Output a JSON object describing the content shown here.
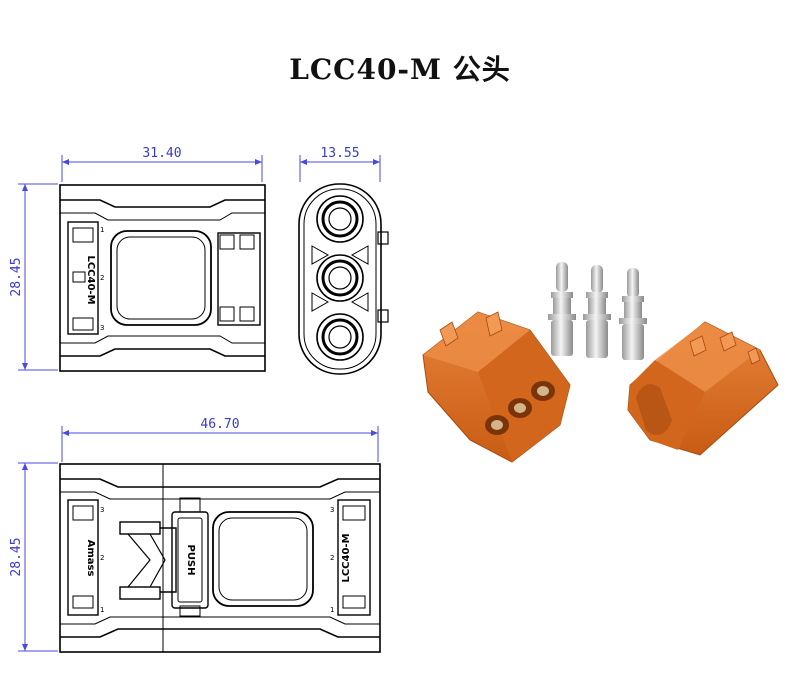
{
  "title": "LCC40-M 公头",
  "dimensions": {
    "top_width": "31.40",
    "side_width": "13.55",
    "top_height": "28.45",
    "bottom_width": "46.70",
    "bottom_height": "28.45"
  },
  "part_marks": {
    "model_top": "LCC40-M",
    "model_bottom": "LCC40-M",
    "push": "PUSH",
    "brand": "Amass",
    "pin_top": "1",
    "pin_mid": "2",
    "pin_bottom": "3"
  },
  "colors": {
    "dimension": "#3a3ad0",
    "housing": "#d9691f",
    "pin": "#c8c8c8"
  }
}
